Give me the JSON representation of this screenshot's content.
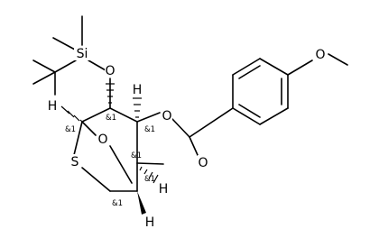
{
  "molecule": {
    "atom_labels": {
      "si": "Si",
      "o_tbs": "O",
      "o_diox_top": "O",
      "o_diox_bottom": "O",
      "o_ether": "O",
      "o_methoxy": "O",
      "s_ring": "S",
      "h_left": "H",
      "h_top": "H",
      "h_right": "H",
      "h_bottom": "H"
    },
    "stereo_labels": {
      "c_left": "&1",
      "c_tbs": "&1",
      "c_top_right": "&1",
      "c_bridge": "&1",
      "c_bottom_right": "&1",
      "c_bottom": "&1"
    }
  }
}
